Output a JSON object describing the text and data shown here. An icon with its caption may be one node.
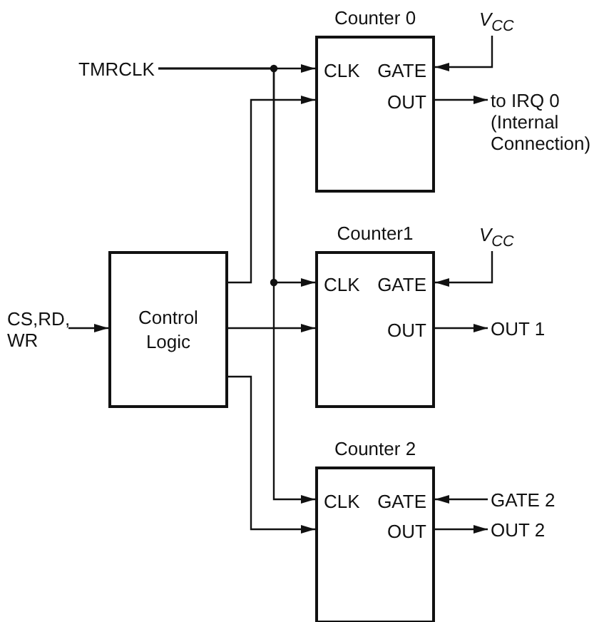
{
  "diagram": {
    "nodes": [
      {
        "text": [
          "TMRCLK"
        ]
      },
      {
        "text": [
          "Counter 0",
          "CLK",
          "GATE",
          "OUT"
        ]
      },
      {
        "text": [
          "V$_{CC}$"
        ]
      },
      {
        "text": [
          "to IRQ 0 (Internal Connection)"
        ]
      },
      {
        "text": [
          "CS,RD, WR"
        ]
      },
      {
        "text": [
          "Control Logic"
        ]
      },
      {
        "text": [
          "Counter1",
          "CLK",
          "GATE",
          "OUT"
        ]
      },
      {
        "text": [
          "V$_{CC}$"
        ]
      },
      {
        "text": [
          "OUT 1"
        ]
      },
      {
        "text": [
          "Counter 2",
          "CLK",
          "GATE",
          "OUT"
        ]
      },
      {
        "text": [
          "GATE 2"
        ]
      },
      {
        "text": [
          "OUT 2"
        ]
      }
    ],
    "edges": [
      {
        "from": 0,
        "to": 1,
        "arrow": "to"
      },
      {
        "from": 0,
        "to": 6,
        "arrow": "to"
      },
      {
        "from": 0,
        "to": 9,
        "arrow": "to"
      },
      {
        "from": 2,
        "to": 1,
        "arrow": "to"
      },
      {
        "from": 1,
        "to": 3,
        "arrow": "to"
      },
      {
        "from": 4,
        "to": 5,
        "arrow": "to"
      },
      {
        "from": 5,
        "to": 1,
        "arrow": "to"
      },
      {
        "from": 5,
        "to": 6,
        "arrow": "to"
      },
      {
        "from": 5,
        "to": 9,
        "arrow": "to"
      },
      {
        "from": 7,
        "to": 6,
        "arrow": "to"
      },
      {
        "from": 6,
        "to": 8,
        "arrow": "to"
      },
      {
        "from": 10,
        "to": 9,
        "arrow": "to"
      },
      {
        "from": 9,
        "to": 11,
        "arrow": "to"
      }
    ]
  }
}
